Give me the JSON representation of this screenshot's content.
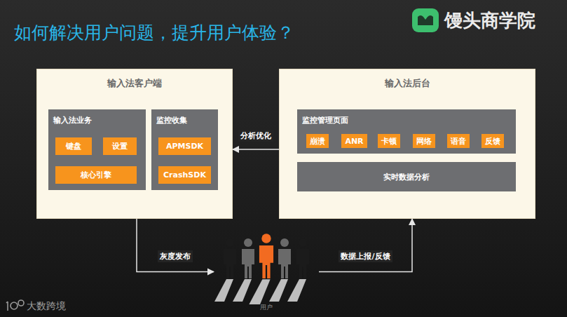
{
  "diagram": {
    "title": "如何解决用户问题，提升用户体验？",
    "nodes": [
      {
        "text": [
          "输入法客户端"
        ]
      },
      {
        "text": [
          "输入法业务"
        ],
        "in": 0
      },
      {
        "text": [
          "键盘"
        ],
        "in": 1
      },
      {
        "text": [
          "设置"
        ],
        "in": 1
      },
      {
        "text": [
          "核心引擎"
        ],
        "in": 1
      },
      {
        "text": [
          "监控收集"
        ],
        "in": 0
      },
      {
        "text": [
          "APMSDK"
        ],
        "in": 5
      },
      {
        "text": [
          "CrashSDK"
        ],
        "in": 5
      },
      {
        "text": [
          "输入法后台"
        ]
      },
      {
        "text": [
          "监控管理页面"
        ],
        "in": 8
      },
      {
        "text": [
          "崩溃"
        ],
        "in": 9
      },
      {
        "text": [
          "ANR"
        ],
        "in": 9
      },
      {
        "text": [
          "卡顿"
        ],
        "in": 9
      },
      {
        "text": [
          "网络"
        ],
        "in": 9
      },
      {
        "text": [
          "语音"
        ],
        "in": 9
      },
      {
        "text": [
          "反馈"
        ],
        "in": 9
      },
      {
        "text": [
          "实时数据分析"
        ],
        "in": 8
      },
      {
        "text": [
          "用户"
        ]
      }
    ],
    "edges": [
      {
        "from": 8,
        "to": 0,
        "label": "分析优化",
        "arrow": "to"
      },
      {
        "from": 0,
        "to": 17,
        "label": "灰度发布",
        "arrow": "to"
      },
      {
        "from": 17,
        "to": 8,
        "label": "数据上报/反馈",
        "arrow": "to"
      }
    ],
    "labels": [
      "馒头商学院",
      "大数跨境"
    ]
  }
}
